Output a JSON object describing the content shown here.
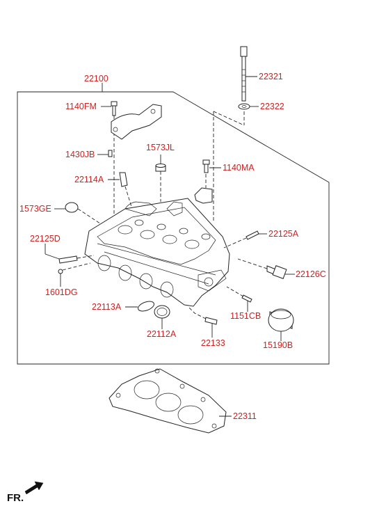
{
  "labels": {
    "p22100": "22100",
    "p22321": "22321",
    "p22322": "22322",
    "p1140FM": "1140FM",
    "p1430JB": "1430JB",
    "p1573JL": "1573JL",
    "p1140MA": "1140MA",
    "p22114A": "22114A",
    "p1573GE": "1573GE",
    "p22125A": "22125A",
    "p22125D": "22125D",
    "p22126C": "22126C",
    "p1601DG": "1601DG",
    "p22113A": "22113A",
    "p1151CB": "1151CB",
    "p22112A": "22112A",
    "p22133": "22133",
    "p15190B": "15190B",
    "p22311": "22311"
  },
  "direction": "FR.",
  "colors": {
    "label": "#d21f1f",
    "line": "#222222",
    "background": "#ffffff"
  },
  "icons": {
    "direction_arrow": "front-direction-arrow-icon"
  }
}
